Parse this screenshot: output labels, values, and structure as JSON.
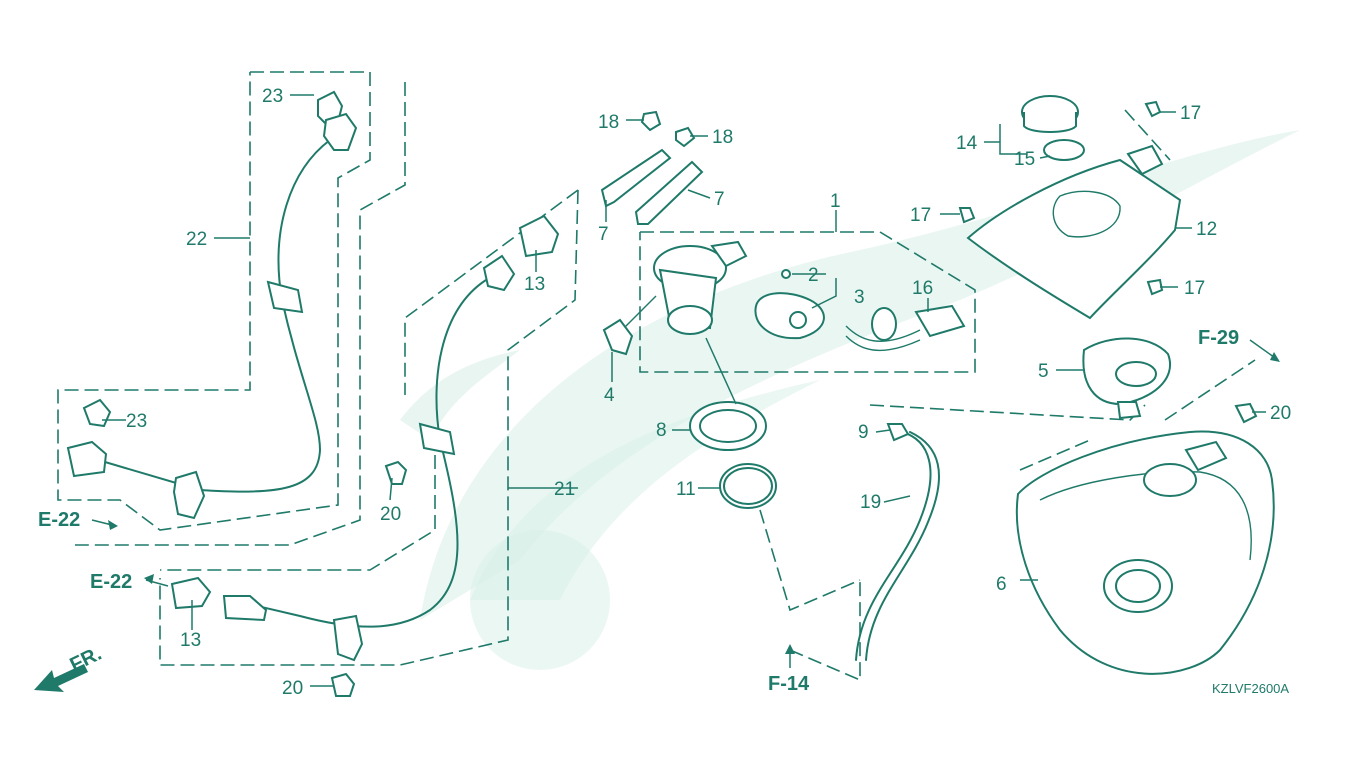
{
  "callouts": {
    "c1": "1",
    "c2": "2",
    "c3": "3",
    "c4": "4",
    "c5": "5",
    "c6": "6",
    "c7a": "7",
    "c7b": "7",
    "c8": "8",
    "c9": "9",
    "c11": "11",
    "c12": "12",
    "c13a": "13",
    "c13b": "13",
    "c14": "14",
    "c15": "15",
    "c16": "16",
    "c17a": "17",
    "c17b": "17",
    "c17c": "17",
    "c18a": "18",
    "c18b": "18",
    "c19": "19",
    "c20a": "20",
    "c20b": "20",
    "c20c": "20",
    "c21": "21",
    "c22": "22",
    "c23a": "23",
    "c23b": "23"
  },
  "references": {
    "e22_left": "E-22",
    "e22_lower": "E-22",
    "f14": "F-14",
    "f29": "F-29",
    "front": "FR."
  },
  "diagram_code": "KZLVF2600A",
  "colors": {
    "ink": "#1f7a6a",
    "watermark": "#d8efe7",
    "background": "#ffffff"
  }
}
